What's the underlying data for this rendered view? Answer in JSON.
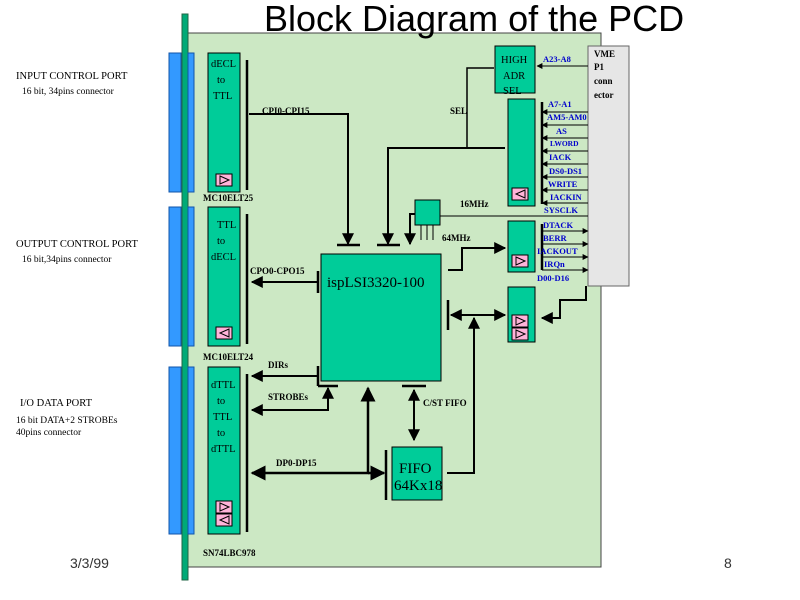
{
  "title": "Block Diagram of the PCD",
  "ports": {
    "input": {
      "name": "INPUT  CONTROL PORT",
      "desc": "16 bit, 34pins connector"
    },
    "output": {
      "name": "OUTPUT  CONTROL PORT",
      "desc": "16 bit,34pins connector"
    },
    "io": {
      "name": "I/O DATA PORT",
      "desc1": "16 bit DATA+2  STROBEs",
      "desc2": "40pins connector"
    }
  },
  "blocks": {
    "decl_ttl": [
      "dECL",
      "to",
      "TTL"
    ],
    "mc10elt25": "MC10ELT25",
    "ttl_decl": [
      "TTL",
      "to",
      "dECL"
    ],
    "mc10elt24": "MC10ELT24",
    "dttl": [
      "dTTL",
      "to",
      "TTL",
      "to",
      "dTTL"
    ],
    "sn74": "SN74LBC978",
    "high_adr_sel": [
      "HIGH",
      "ADR",
      "SEL"
    ],
    "isp": "ispLSI3320-100",
    "fifo": [
      "FIFO",
      "64Kx18"
    ],
    "vme": [
      "VME",
      "P1",
      "conn",
      "ector"
    ]
  },
  "signals": {
    "cpi": "CPI0-CPI15",
    "cpo": "CPO0-CPO15",
    "dirs": "DIRs",
    "strobes": "STROBEs",
    "dp": "DP0-DP15",
    "cst_fifo": "C/ST FIFO",
    "sel": "SEL",
    "mhz16": "16MHz",
    "mhz64": "64MHz"
  },
  "vme_signals": [
    "A23-A8",
    "A7-A1",
    "AM5-AM0",
    "AS",
    "LWORD",
    "IACK",
    "DS0-DS1",
    "WRITE",
    "IACKIN",
    "SYSCLK",
    "DTACK",
    "BERR",
    "IACKOUT",
    "IRQn",
    "D00-D16"
  ],
  "footer": {
    "date": "3/3/99",
    "page": "8"
  },
  "colors": {
    "board": "#cce8c4",
    "block": "#00cc99",
    "connector": "#3399ff",
    "vme": "#e6e6e6",
    "pink": "#ffb3d9"
  }
}
